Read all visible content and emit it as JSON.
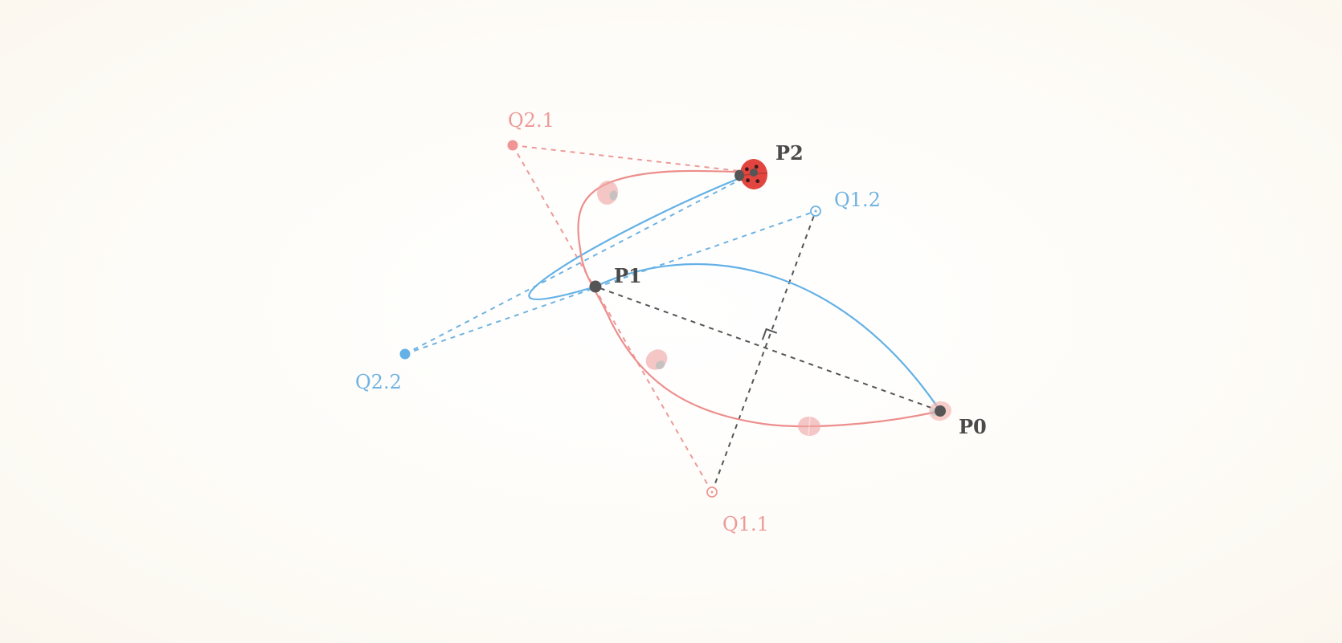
{
  "diagram": {
    "colors": {
      "dark": "#4a4a4a",
      "red": "#ec8e8c",
      "red_light": "#f2b4b2",
      "blue": "#63b1e6",
      "ladybug": "#e2453f"
    },
    "points": {
      "P0": {
        "label": "P0"
      },
      "P1": {
        "label": "P1"
      },
      "P2": {
        "label": "P2"
      },
      "Q1_1": {
        "label": "Q1.1"
      },
      "Q1_2": {
        "label": "Q1.2"
      },
      "Q2_1": {
        "label": "Q2.1"
      },
      "Q2_2": {
        "label": "Q2.2"
      }
    },
    "icons": {
      "ladybug": "ladybug-icon",
      "ghost_ladybug": "ladybug-ghost-icon",
      "right_angle": "right-angle-marker"
    }
  }
}
